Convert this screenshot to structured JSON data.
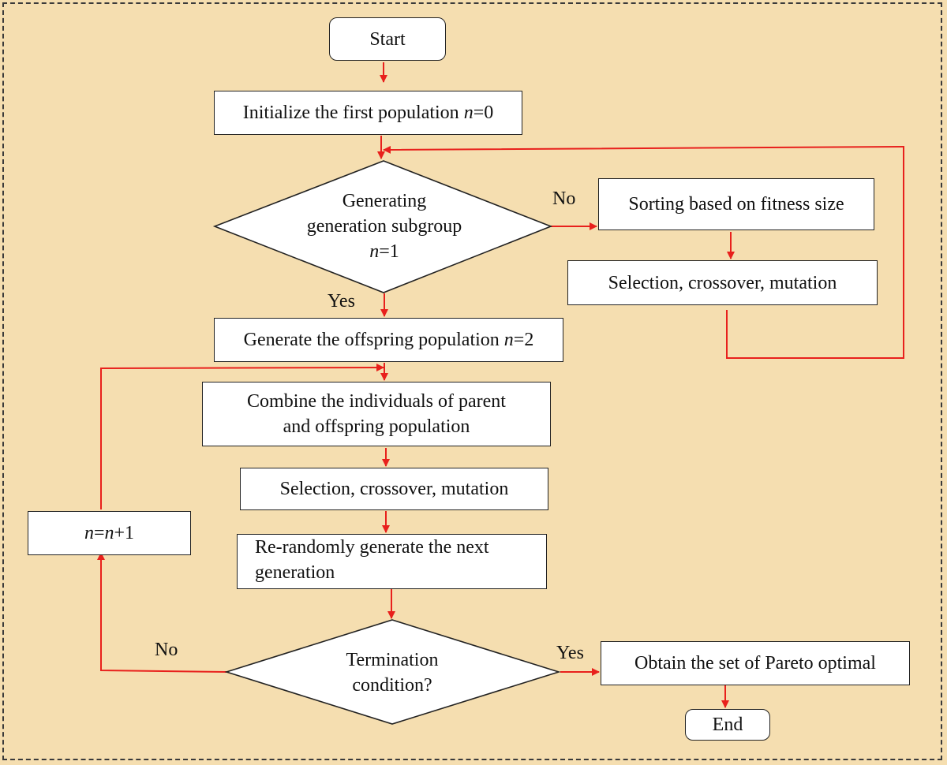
{
  "flowchart": {
    "start": "Start",
    "init": {
      "text": "Initialize the first population ",
      "var": "n",
      "tail": "=0"
    },
    "decision1": {
      "line1": "Generating",
      "line2": "generation subgroup",
      "var": "n",
      "tail": "=1"
    },
    "no1": "No",
    "yes1": "Yes",
    "sorting": "Sorting based on fitness size",
    "sel1": "Selection, crossover, mutation",
    "offspring": {
      "text": "Generate the offspring population ",
      "var": "n",
      "tail": "=2"
    },
    "combine": {
      "line1": "Combine the individuals of parent",
      "line2": "and offspring population"
    },
    "sel2": "Selection, crossover, mutation",
    "rerandom": {
      "line1": "Re-randomly generate the next",
      "line2": "generation"
    },
    "increment": {
      "var1": "n",
      "eq": "=",
      "var2": "n",
      "tail": "+1"
    },
    "decision2": {
      "line1": "Termination",
      "line2": "condition?"
    },
    "no2": "No",
    "yes2": "Yes",
    "pareto": "Obtain the set of Pareto optimal",
    "end": "End"
  },
  "colors": {
    "background": "#f5deb0",
    "arrow": "#e8201c",
    "box": "#ffffff",
    "border": "#222222"
  }
}
